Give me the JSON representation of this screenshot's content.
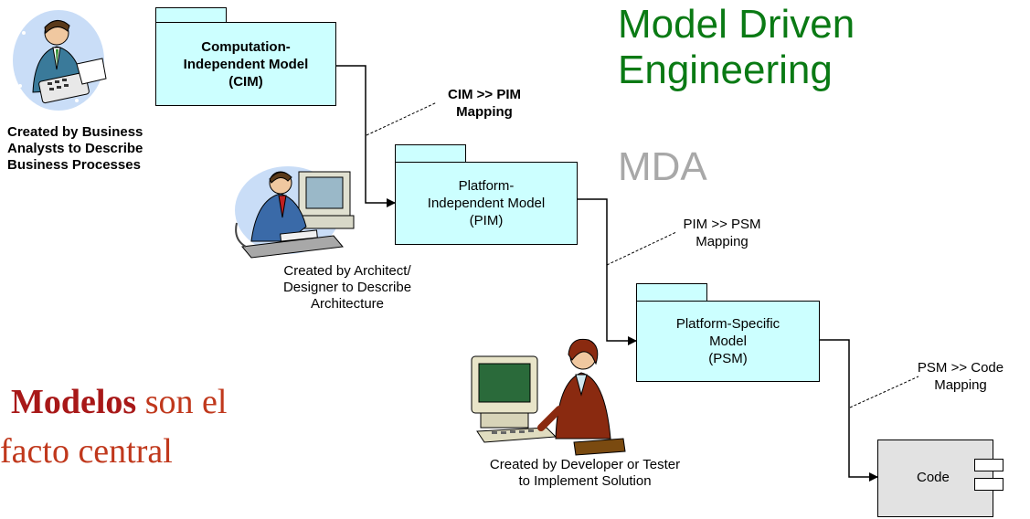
{
  "title_lines": [
    "Model Driven",
    "Engineering"
  ],
  "subtitle": "MDA",
  "bottom_left": {
    "emphasis": "Modelos",
    "line1_rest": " son el",
    "line2": "facto central"
  },
  "colors": {
    "title": "#0a7a14",
    "subtitle": "#a8a8a8",
    "emphasis": "#a81818",
    "serif_text": "#c0381c",
    "package_fill": "#ccffff",
    "code_fill": "#e2e2e2"
  },
  "packages": {
    "cim": [
      "Computation-",
      "Independent Model",
      "(CIM)"
    ],
    "pim": [
      "Platform-",
      "Independent Model",
      "(PIM)"
    ],
    "psm": [
      "Platform-Specific",
      "Model",
      "(PSM)"
    ]
  },
  "mappings": {
    "cim_pim": [
      "CIM >> PIM",
      "Mapping"
    ],
    "pim_psm": [
      "PIM >> PSM",
      "Mapping"
    ],
    "psm_code": [
      "PSM >> Code",
      "Mapping"
    ]
  },
  "code_label": "Code",
  "captions": {
    "analyst": [
      "Created by Business",
      "Analysts to Describe",
      "Business Processes"
    ],
    "architect": [
      "Created by Architect/",
      "Designer to Describe",
      "Architecture"
    ],
    "developer": [
      "Created by Developer or Tester",
      "to Implement Solution"
    ]
  },
  "icons": {
    "analyst": "business-analyst-clipart-icon",
    "architect": "architect-at-computer-clipart-icon",
    "developer": "developer-at-computer-clipart-icon",
    "component": "uml-component-icon"
  }
}
